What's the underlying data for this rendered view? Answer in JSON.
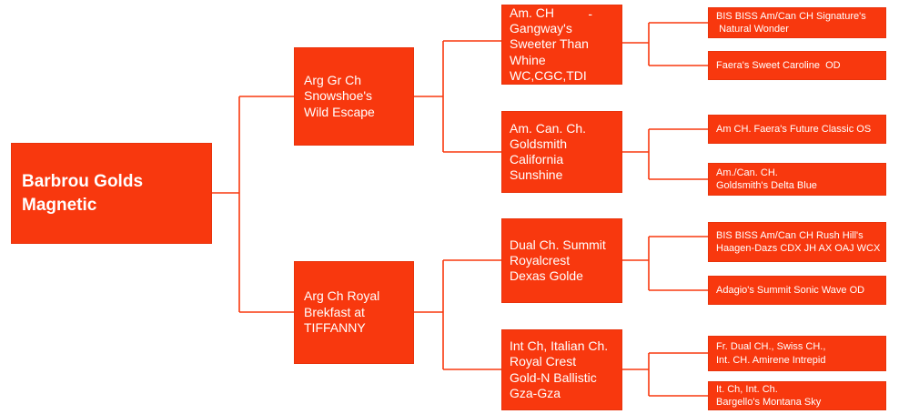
{
  "pedigree": {
    "accent_color": "#F8380E",
    "accent_edge_color": "#E8330C",
    "text_color": "#FFFFFF",
    "nodes": {
      "subject": {
        "text": "Barbrou Golds\nMagnetic"
      },
      "sire": {
        "text": "Arg Gr Ch\nSnowshoe's\nWild Escape"
      },
      "dam": {
        "text": "Arg Ch Royal\nBrekfast at\nTIFFANNY"
      },
      "sire_sire": {
        "text": "Am. CH\nGangway's\nSweeter Than\nWhine\nWC,CGC,TDI",
        "mark": "-"
      },
      "sire_dam": {
        "text": "Am. Can. Ch.\nGoldsmith\nCalifornia\nSunshine"
      },
      "dam_sire": {
        "text": "Dual Ch. Summit\nRoyalcrest\nDexas Golde"
      },
      "dam_dam": {
        "text": "Int Ch, Italian Ch.\nRoyal Crest\nGold-N Ballistic\nGza-Gza"
      },
      "sire_sire_sire": {
        "text": "BIS BISS Am/Can CH Signature's\n Natural Wonder"
      },
      "sire_sire_dam": {
        "text": "Faera's Sweet Caroline  OD"
      },
      "sire_dam_sire": {
        "text": "Am CH. Faera's Future Classic OS"
      },
      "sire_dam_dam": {
        "text": "Am./Can. CH.\nGoldsmith's Delta Blue"
      },
      "dam_sire_sire": {
        "text": "BIS BISS Am/Can CH Rush Hill's\nHaagen-Dazs CDX JH AX OAJ WCX"
      },
      "dam_sire_dam": {
        "text": "Adagio's Summit Sonic Wave OD"
      },
      "dam_dam_sire": {
        "text": "Fr. Dual CH., Swiss CH.,\nInt. CH. Amirene Intrepid"
      },
      "dam_dam_dam": {
        "text": "It. Ch, Int. Ch.\nBargello's Montana Sky"
      }
    }
  }
}
